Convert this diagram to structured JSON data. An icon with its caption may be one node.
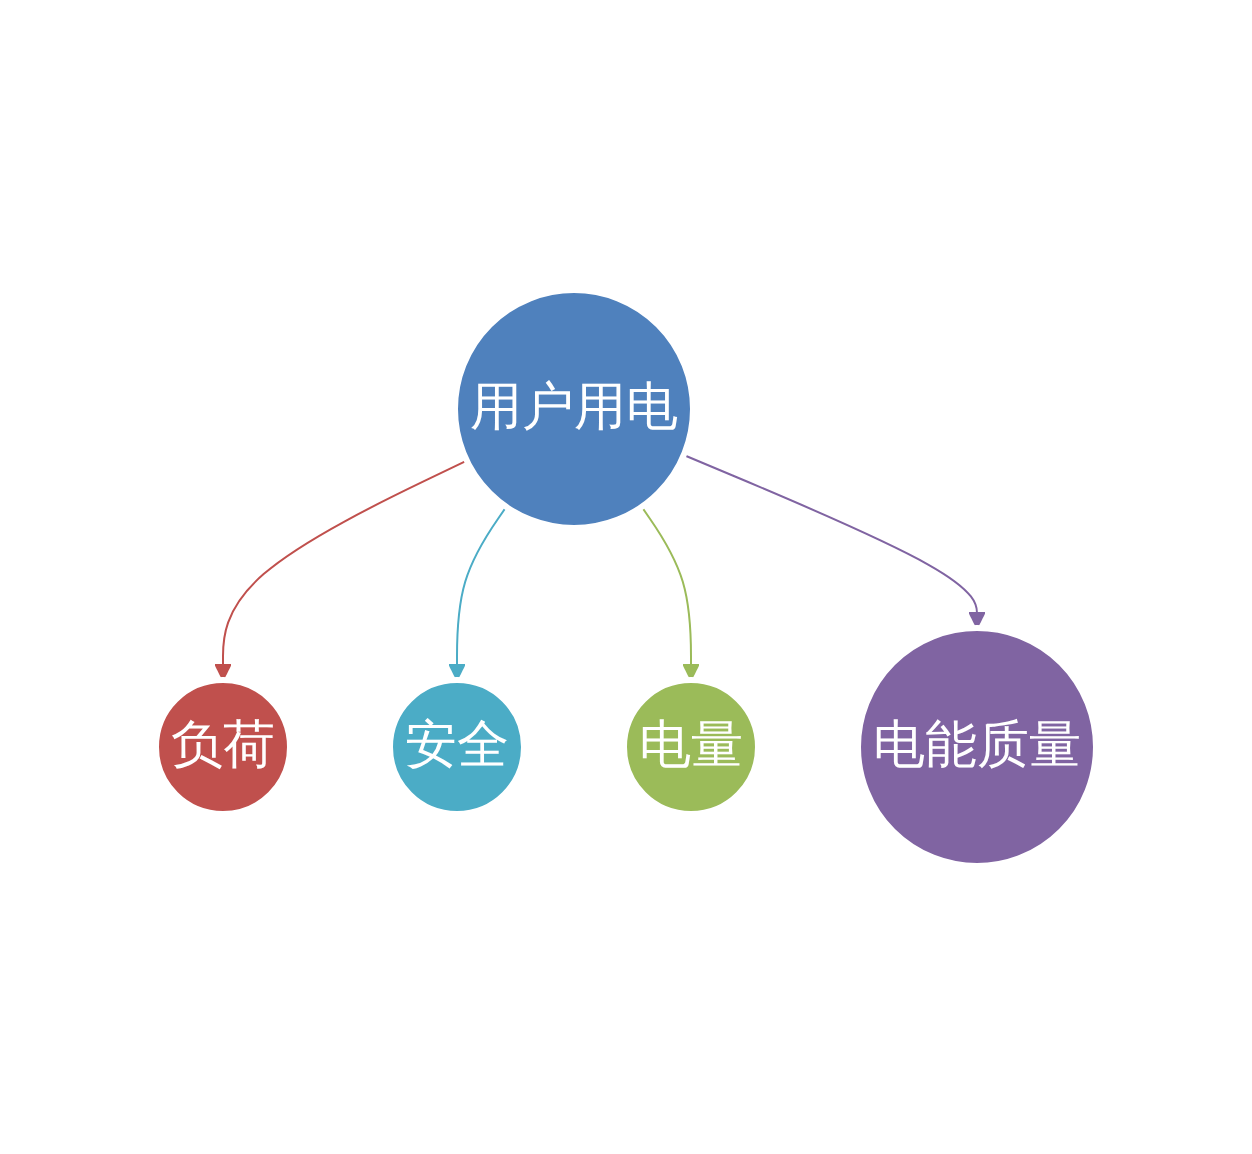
{
  "diagram": {
    "nodes": [
      {
        "text": [
          "负荷"
        ]
      },
      {
        "text": [
          "安全"
        ]
      },
      {
        "text": [
          "用户用电"
        ]
      },
      {
        "text": [
          "电量"
        ]
      },
      {
        "text": [
          "电能质量"
        ]
      }
    ],
    "edges": [
      {
        "from": 2,
        "to": 0,
        "arrow": "to",
        "color": "#c0504d"
      },
      {
        "from": 2,
        "to": 1,
        "arrow": "to",
        "color": "#4bacc6"
      },
      {
        "from": 2,
        "to": 3,
        "arrow": "to",
        "color": "#9bbb59"
      },
      {
        "from": 2,
        "to": 4,
        "arrow": "to",
        "color": "#8064a2"
      }
    ]
  }
}
